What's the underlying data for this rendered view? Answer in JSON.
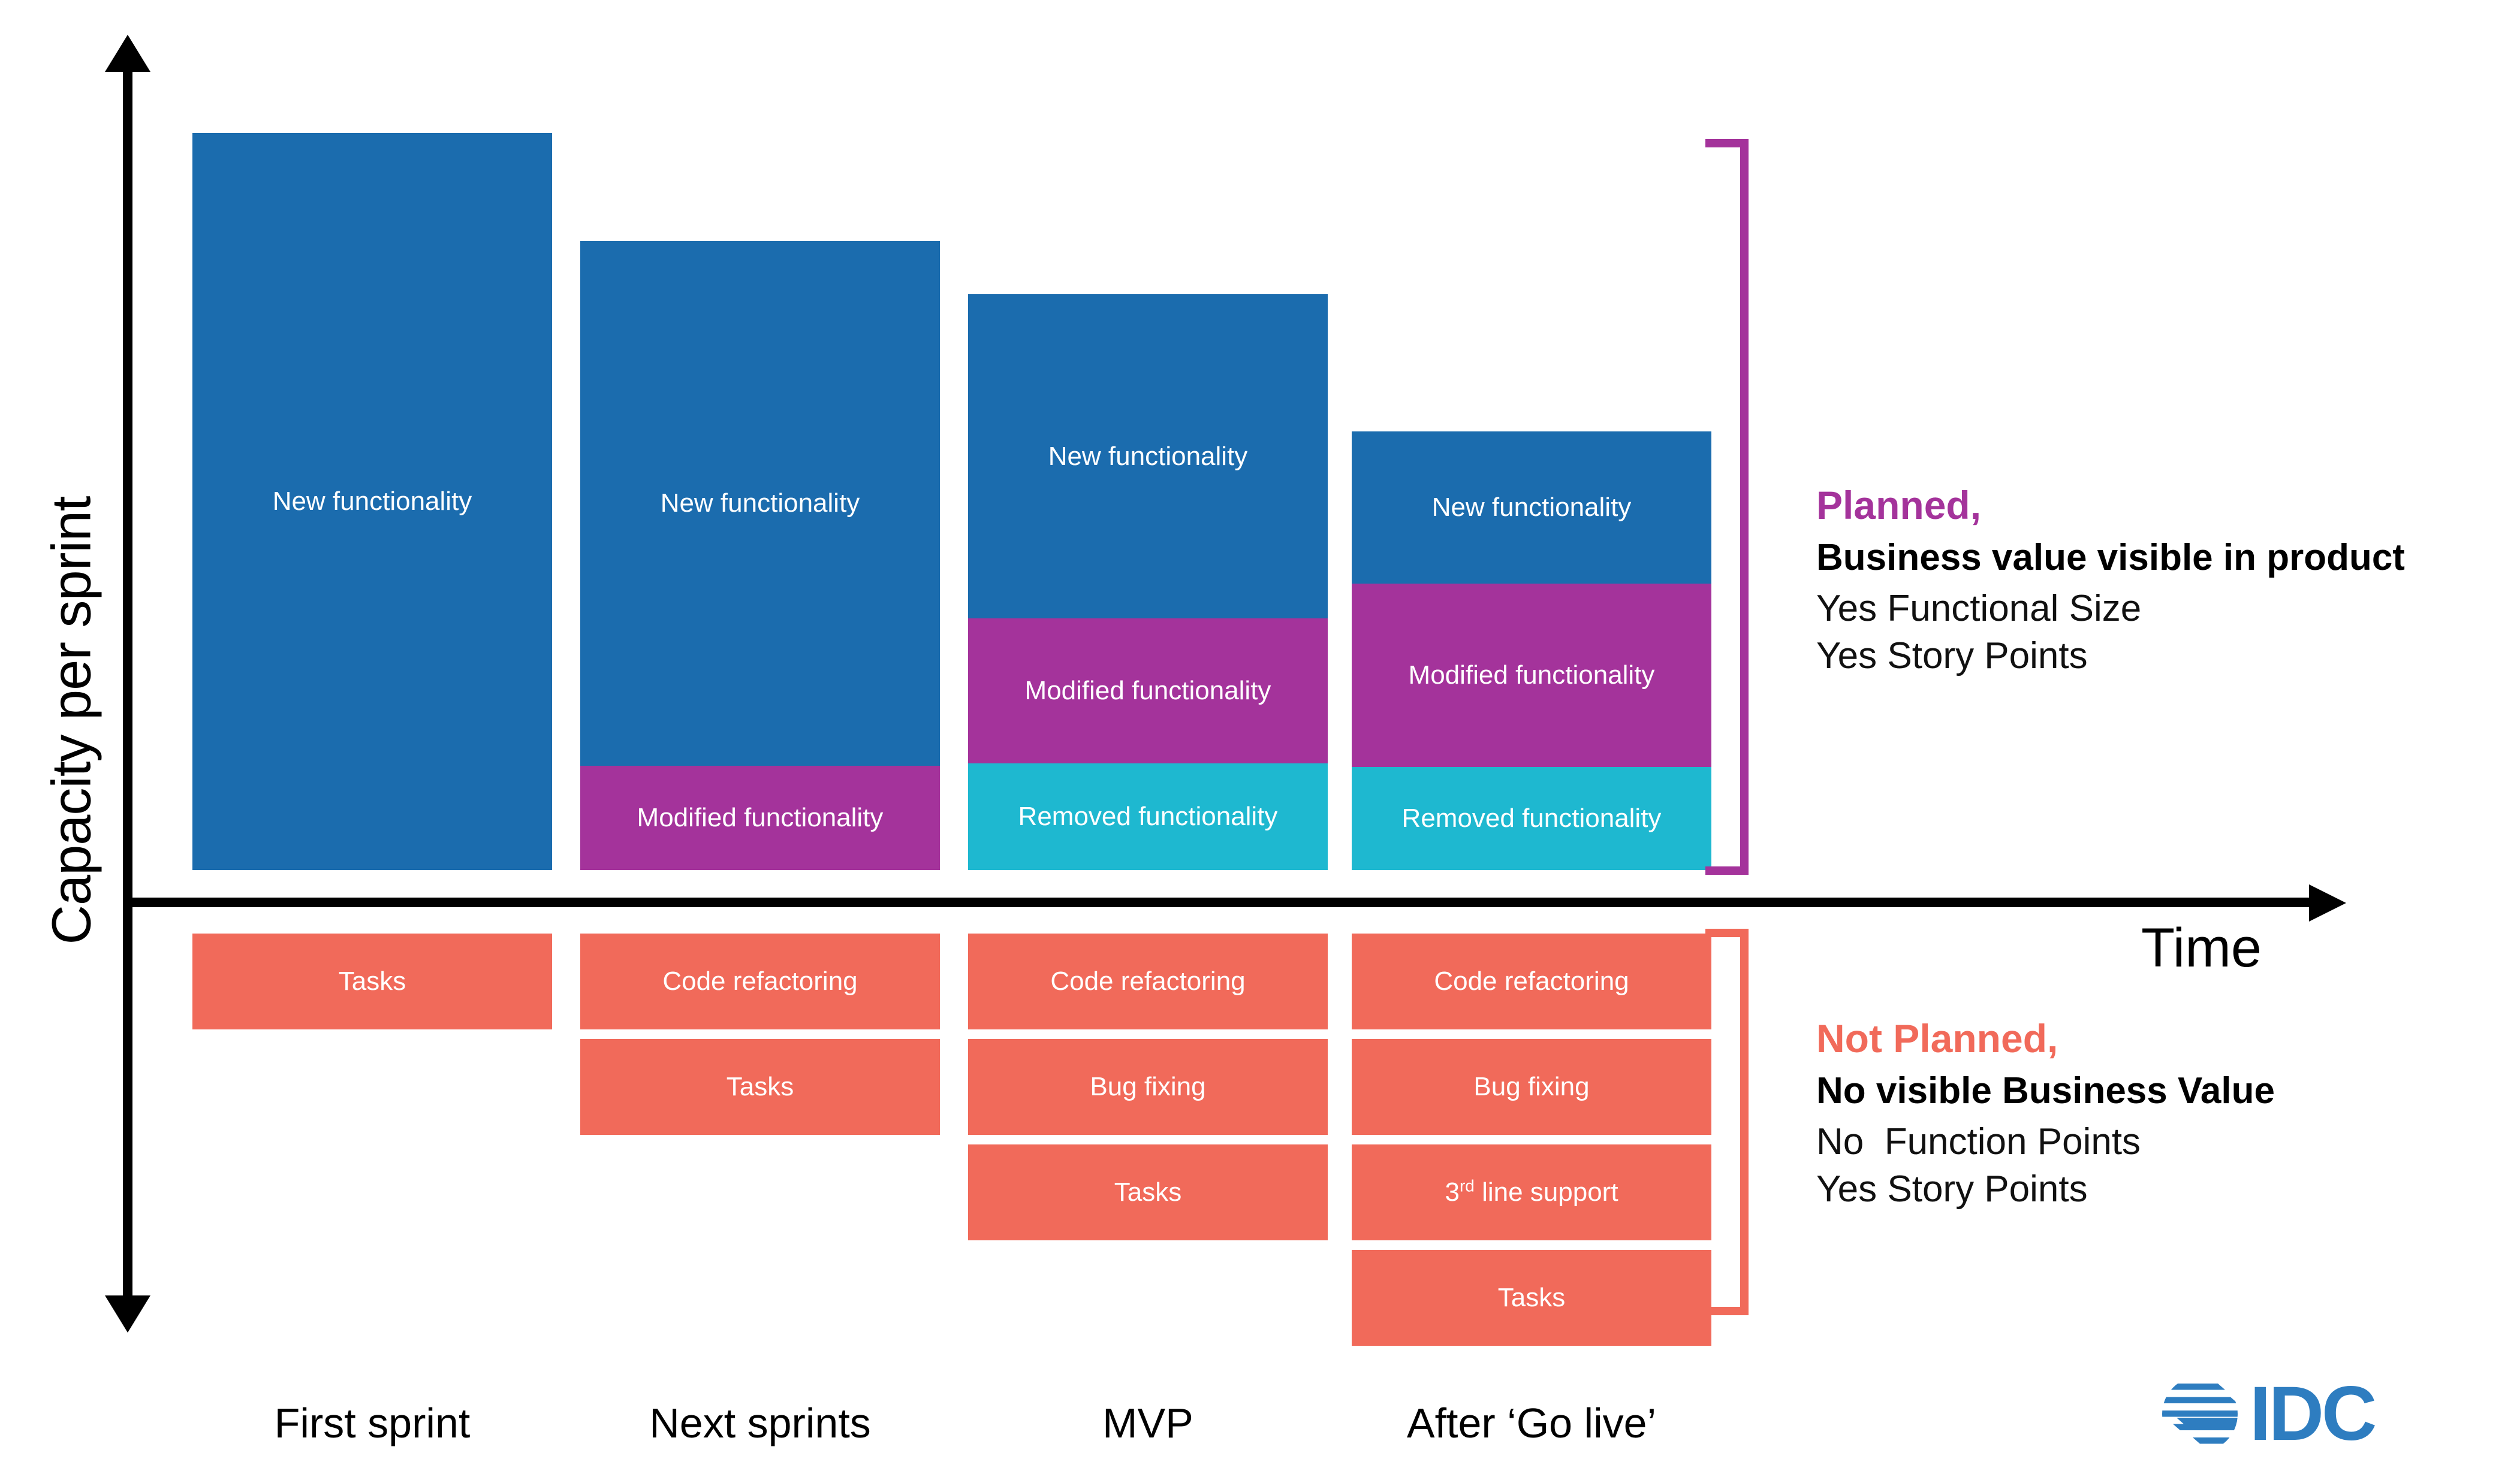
{
  "axes": {
    "y_label": "Capacity per sprint",
    "x_label": "Time"
  },
  "categories": [
    "First sprint",
    "Next sprints",
    "MVP",
    "After ‘Go live’"
  ],
  "segment_labels": {
    "new": "New functionality",
    "modified": "Modified functionality",
    "removed": "Removed functionality",
    "tasks": "Tasks",
    "code_refactoring": "Code refactoring",
    "bug_fixing": "Bug fixing",
    "third_line_support_pre": "3",
    "third_line_support_sup": "rd",
    "third_line_support_post": " line support"
  },
  "annotations": {
    "planned": {
      "title": "Planned,",
      "bold": "Business value visible in product",
      "lines": [
        "Yes Functional Size",
        "Yes Story Points"
      ]
    },
    "not_planned": {
      "title": "Not Planned,",
      "bold": "No visible Business Value",
      "lines": [
        "No  Function Points",
        "Yes Story Points"
      ]
    }
  },
  "logo": {
    "text": "IDC"
  },
  "colors": {
    "new": "#1b6cae",
    "modified": "#a4339b",
    "removed": "#1eb8d0",
    "unplanned": "#f16a5a",
    "axis": "#000000",
    "brand": "#2e7dc0"
  },
  "chart_data": {
    "type": "bar",
    "title": "",
    "xlabel": "Time",
    "ylabel": "Capacity per sprint",
    "categories": [
      "First sprint",
      "Next sprints",
      "MVP",
      "After ‘Go live’"
    ],
    "grid": false,
    "legend": "none",
    "orientation": "vertical-stacked",
    "note": "Upper half = planned work above time axis; lower half = unplanned work below time axis. Values in pixels of bar height as drawn.",
    "series": [
      {
        "name": "New functionality",
        "group": "planned",
        "values": [
          1230,
          876,
          541,
          254
        ]
      },
      {
        "name": "Modified functionality",
        "group": "planned",
        "values": [
          0,
          174,
          242,
          306
        ]
      },
      {
        "name": "Removed functionality",
        "group": "planned",
        "values": [
          0,
          0,
          178,
          172
        ]
      },
      {
        "name": "Code refactoring",
        "group": "not-planned",
        "values": [
          0,
          160,
          160,
          160
        ]
      },
      {
        "name": "Tasks",
        "group": "not-planned",
        "values": [
          160,
          160,
          160,
          160
        ]
      },
      {
        "name": "Bug fixing",
        "group": "not-planned",
        "values": [
          0,
          0,
          160,
          160
        ]
      },
      {
        "name": "3rd line support",
        "group": "not-planned",
        "values": [
          0,
          0,
          0,
          160
        ]
      }
    ],
    "stack_order_planned": [
      "New functionality",
      "Modified functionality",
      "Removed functionality"
    ],
    "column_stacks_not_planned": [
      [
        "Tasks"
      ],
      [
        "Code refactoring",
        "Tasks"
      ],
      [
        "Code refactoring",
        "Bug fixing",
        "Tasks"
      ],
      [
        "Code refactoring",
        "Bug fixing",
        "3rd line support",
        "Tasks"
      ]
    ]
  }
}
